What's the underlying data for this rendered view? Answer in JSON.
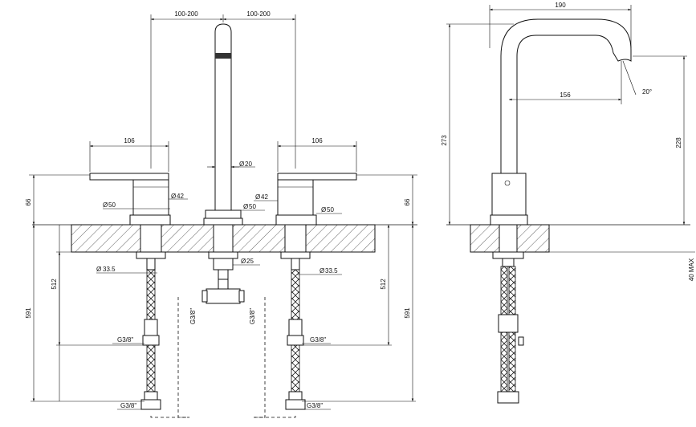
{
  "front_view": {
    "dims": {
      "spread_left": "100-200",
      "spread_right": "100-200",
      "handle_left": "106",
      "handle_right": "106",
      "spout_dia": "20",
      "body_dia_left": "42",
      "body_dia_center": "42",
      "base_dia_left": "50",
      "base_dia_center": "50",
      "base_dia_right": "50",
      "height_left": "66",
      "height_right": "66",
      "shank_dia_left": "33.5",
      "shank_dia_right": "33.5",
      "center_shank_dia": "25",
      "hose_len_left": "512",
      "hose_len_right": "512",
      "total_len_left": "591",
      "total_len_right": "591",
      "conn_top_left": "G3/8\"",
      "conn_top_right": "G3/8\"",
      "conn_bottom_left": "G3/8\"",
      "conn_bottom_right": "G3/8\"",
      "tee_left": "G3/8\"",
      "tee_right": "G3/8\""
    },
    "diameter_symbol": "Ø"
  },
  "side_view": {
    "dims": {
      "reach_top": "190",
      "reach_inner": "156",
      "angle": "20°",
      "overall_height": "273",
      "spout_height": "228",
      "deck_max": "40 MAX"
    }
  }
}
